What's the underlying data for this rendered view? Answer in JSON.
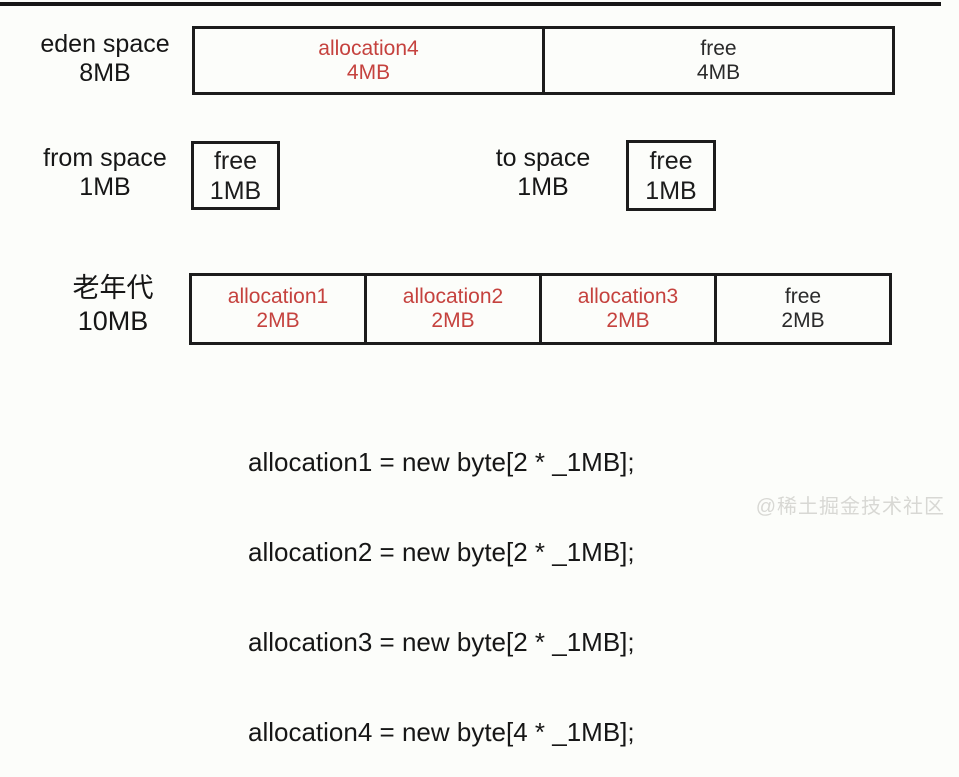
{
  "colors": {
    "allocated_text": "#c5423e",
    "free_text": "#2a2a2a",
    "border": "#1c1c1c",
    "background": "#fcfdfa",
    "watermark_text": "#d8d8d4"
  },
  "rows": {
    "eden": {
      "label_line1": "eden space",
      "label_line2": "8MB",
      "cells": [
        {
          "name": "allocation4",
          "size": "4MB",
          "state": "allocated"
        },
        {
          "name": "free",
          "size": "4MB",
          "state": "free"
        }
      ]
    },
    "from_space": {
      "label_line1": "from space",
      "label_line2": "1MB",
      "cell": {
        "name": "free",
        "size": "1MB",
        "state": "free"
      }
    },
    "to_space": {
      "label_line1": "to space",
      "label_line2": "1MB",
      "cell": {
        "name": "free",
        "size": "1MB",
        "state": "free"
      }
    },
    "old_gen": {
      "label_line1": "老年代",
      "label_line2": "10MB",
      "cells": [
        {
          "name": "allocation1",
          "size": "2MB",
          "state": "allocated"
        },
        {
          "name": "allocation2",
          "size": "2MB",
          "state": "allocated"
        },
        {
          "name": "allocation3",
          "size": "2MB",
          "state": "allocated"
        },
        {
          "name": "free",
          "size": "2MB",
          "state": "free"
        }
      ]
    }
  },
  "code": {
    "lines": [
      "allocation1 = new byte[2 * _1MB];",
      "allocation2 = new byte[2 * _1MB];",
      "allocation3 = new byte[2 * _1MB];",
      "allocation4 = new byte[4 * _1MB];"
    ]
  },
  "watermark": "@稀土掘金技术社区"
}
